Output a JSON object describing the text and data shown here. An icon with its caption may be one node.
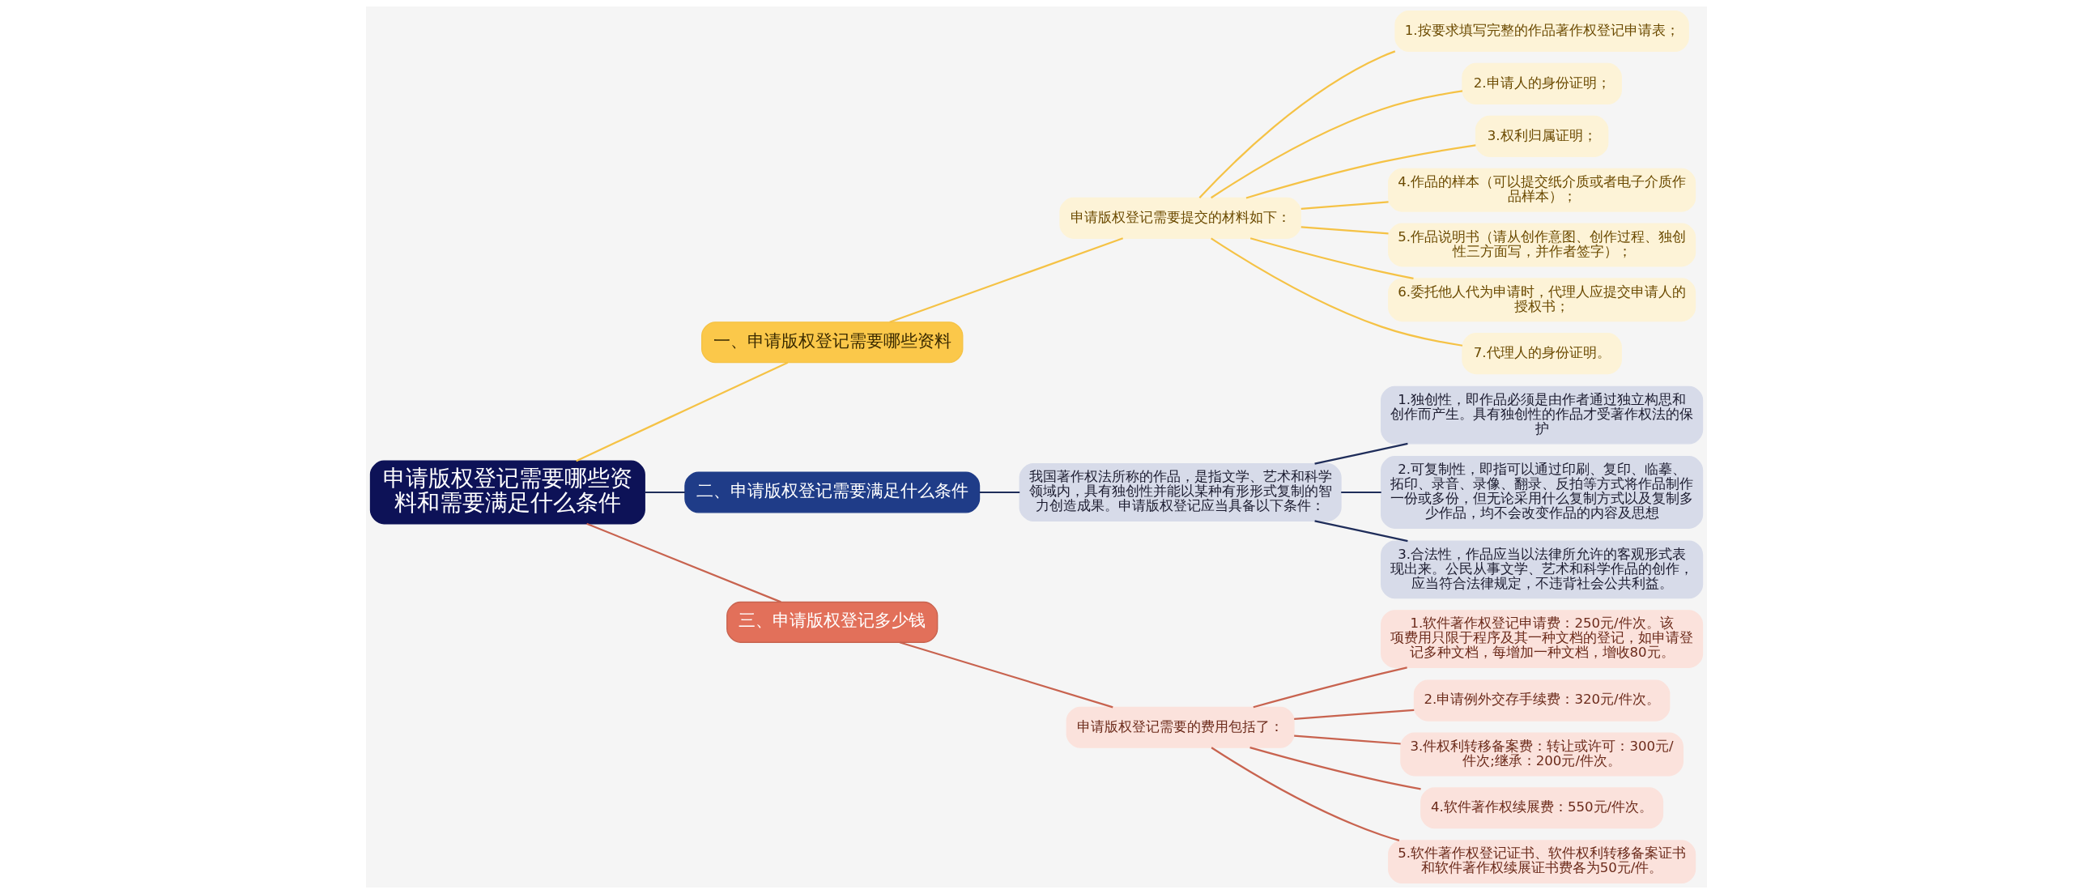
{
  "diagram": {
    "nodes": [
      {
        "text": [
          "申请版权登记需要哪些资料和需要满足什么条件"
        ]
      },
      {
        "text": [
          "一、申请版权登记需要哪些资料"
        ]
      },
      {
        "text": [
          "申请版权登记需要提交的材料如下："
        ]
      },
      {
        "text": [
          "1.按要求填写完整的作品著作权登记申请表；"
        ]
      },
      {
        "text": [
          "2.申请人的身份证明；"
        ]
      },
      {
        "text": [
          "3.权利归属证明；"
        ]
      },
      {
        "text": [
          "4.作品的样本（可以提交纸介质或者电子介质作品样本）；"
        ]
      },
      {
        "text": [
          "5.作品说明书（请从创作意图、创作过程、独创性三方面写，并作者签字）；"
        ]
      },
      {
        "text": [
          "6.委托他人代为申请时，代理人应提交申请人的授权书；"
        ]
      },
      {
        "text": [
          "7.代理人的身份证明。"
        ]
      },
      {
        "text": [
          "二、申请版权登记需要满足什么条件"
        ]
      },
      {
        "text": [
          "我国著作权法所称的作品，是指文学、艺术和科学领域内，具有独创性并能以某种有形形式复制的智力创造成果。申请版权登记应当具备以下条件："
        ]
      },
      {
        "text": [
          "1.独创性，即作品必须是由作者通过独立构思和创作而产生。具有独创性的作品才受著作权法的保护"
        ]
      },
      {
        "text": [
          "2.可复制性，即指可以通过印刷、复印、临摹、拓印、录音、录像、翻录、反拍等方式将作品制作一份或多份，但无论采用什么复制方式以及复制多少作品，均不会改变作品的内容及思想"
        ]
      },
      {
        "text": [
          "3.合法性，作品应当以法律所允许的客观形式表现出来。公民从事文学、艺术和科学作品的创作，应当符合法律规定，不违背社会公共利益。"
        ]
      },
      {
        "text": [
          "三、申请版权登记多少钱"
        ]
      },
      {
        "text": [
          "申请版权登记需要的费用包括了："
        ]
      },
      {
        "text": [
          "1.软件著作权登记申请费：250元/件次。该项费用只限于程序及其一种文档的登记，如申请登记多种文档，每增加一种文档，增收80元。"
        ]
      },
      {
        "text": [
          "2.申请例外交存手续费：320元/件次。"
        ]
      },
      {
        "text": [
          "3.件权利转移备案费：转让或许可：300元/件次;继承：200元/件次。"
        ]
      },
      {
        "text": [
          "4.软件著作权续展费：550元/件次。"
        ]
      },
      {
        "text": [
          "5.软件著作权登记证书、软件权利转移备案证书和软件著作权续展证书费各为50元/件。"
        ]
      }
    ],
    "edges": [
      {
        "from": 0,
        "to": 1,
        "arrow": "none"
      },
      {
        "from": 1,
        "to": 2,
        "arrow": "none"
      },
      {
        "from": 2,
        "to": 3,
        "arrow": "none"
      },
      {
        "from": 2,
        "to": 4,
        "arrow": "none"
      },
      {
        "from": 2,
        "to": 5,
        "arrow": "none"
      },
      {
        "from": 2,
        "to": 6,
        "arrow": "none"
      },
      {
        "from": 2,
        "to": 7,
        "arrow": "none"
      },
      {
        "from": 2,
        "to": 8,
        "arrow": "none"
      },
      {
        "from": 2,
        "to": 9,
        "arrow": "none"
      },
      {
        "from": 0,
        "to": 10,
        "arrow": "none",
        "color": "#1f2d5a"
      },
      {
        "from": 10,
        "to": 11,
        "arrow": "none",
        "color": "#1f2d5a"
      },
      {
        "from": 11,
        "to": 12,
        "arrow": "none",
        "color": "#1f2d5a"
      },
      {
        "from": 11,
        "to": 13,
        "arrow": "none",
        "color": "#1f2d5a"
      },
      {
        "from": 11,
        "to": 14,
        "arrow": "none",
        "color": "#1f2d5a"
      },
      {
        "from": 0,
        "to": 15,
        "arrow": "none",
        "color": "#c8634f"
      },
      {
        "from": 15,
        "to": 16,
        "arrow": "none",
        "color": "#c8634f"
      },
      {
        "from": 16,
        "to": 17,
        "arrow": "none",
        "color": "#c8634f"
      },
      {
        "from": 16,
        "to": 18,
        "arrow": "none",
        "color": "#c8634f"
      },
      {
        "from": 16,
        "to": 19,
        "arrow": "none",
        "color": "#c8634f"
      },
      {
        "from": 16,
        "to": 20,
        "arrow": "none",
        "color": "#c8634f"
      },
      {
        "from": 16,
        "to": 21,
        "arrow": "none",
        "color": "#c8634f"
      }
    ]
  }
}
